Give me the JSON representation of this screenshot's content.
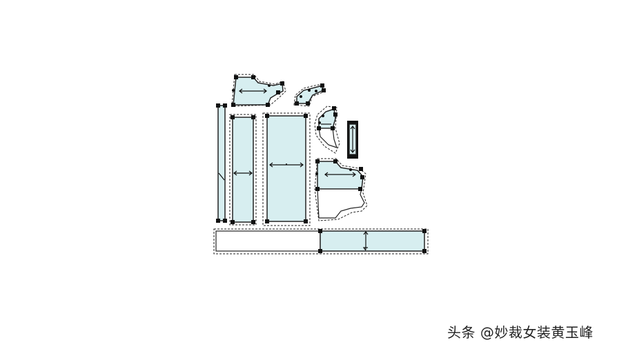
{
  "diagram": {
    "type": "garment-pattern-layout",
    "colors": {
      "background": "#ffffff",
      "piece_fill": "#d7eef0",
      "outline": "#222222",
      "node": "#111111"
    },
    "pieces": [
      {
        "id": "back-yoke",
        "shape": "bodice-upper",
        "grainline": "horizontal"
      },
      {
        "id": "sleeve-cap-small",
        "shape": "curved-small",
        "grainline": "none"
      },
      {
        "id": "facing-strip",
        "shape": "narrow-rectangle",
        "grainline": "diagonal-mark"
      },
      {
        "id": "long-panel-narrow",
        "shape": "rectangle",
        "grainline": "horizontal"
      },
      {
        "id": "long-panel-wide",
        "shape": "rectangle",
        "grainline": "horizontal"
      },
      {
        "id": "collar-curve",
        "shape": "curved-band",
        "grainline": "horizontal"
      },
      {
        "id": "small-tab",
        "shape": "small-rectangle",
        "grainline": "vertical"
      },
      {
        "id": "front-bodice",
        "shape": "bodice",
        "grainline": "horizontal"
      },
      {
        "id": "waistband",
        "shape": "long-rectangle",
        "grainline": "vertical"
      }
    ]
  },
  "watermark": {
    "text": "头条 @妙裁女装黄玉峰"
  }
}
